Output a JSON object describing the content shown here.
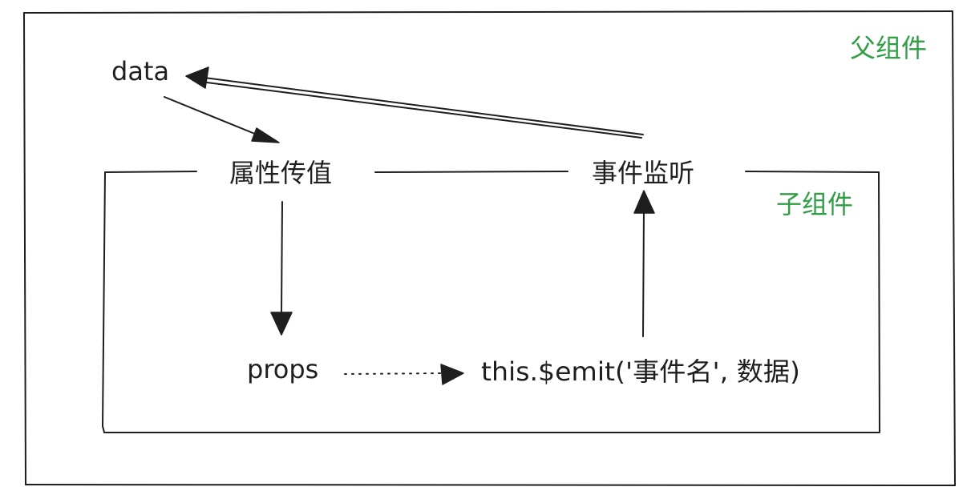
{
  "zones": {
    "parent_label": "父组件",
    "child_label": "子组件"
  },
  "nodes": {
    "data": "data",
    "prop_passing": "属性传值",
    "event_listen": "事件监听",
    "props": "props",
    "emit_call": "this.$emit('事件名', 数据)"
  },
  "colors": {
    "stroke": "#1e1e1e",
    "zone_label": "#2f9e44",
    "background": "#ffffff"
  }
}
